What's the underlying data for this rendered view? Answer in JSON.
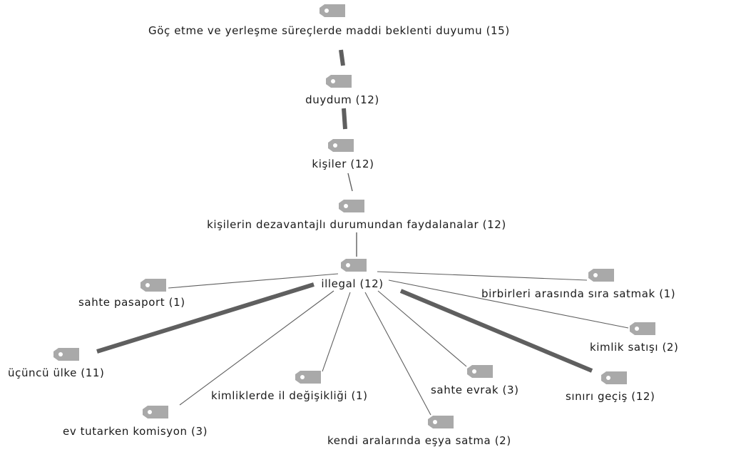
{
  "colors": {
    "edge": "#5f5f5f",
    "tag": "#a9a9a9",
    "text": "#1a1a1a",
    "background": "#ffffff"
  },
  "nodes": {
    "goc_etme": {
      "label": "Göç etme ve yerleşme süreçlerde maddi beklenti duyumu (15)"
    },
    "duydum": {
      "label": "duydum (12)"
    },
    "kisiler": {
      "label": "kişiler (12)"
    },
    "dezavantajli": {
      "label": "kişilerin dezavantajlı durumundan faydalanalar (12)"
    },
    "illegal": {
      "label": "illegal (12)"
    },
    "sahte_pasaport": {
      "label": "sahte pasaport (1)"
    },
    "birbirleri": {
      "label": "birbirleri arasında sıra satmak (1)"
    },
    "ucuncu_ulke": {
      "label": "üçüncü ülke (11)"
    },
    "kimlik_satisi": {
      "label": "kimlik satışı (2)"
    },
    "kimliklerde": {
      "label": "kimliklerde il değişikliği (1)"
    },
    "sahte_evrak": {
      "label": "sahte evrak (3)"
    },
    "siniri_gecis": {
      "label": "sınırı geçiş (12)"
    },
    "ev_tutarken": {
      "label": "ev tutarken komisyon (3)"
    },
    "kendi_aralarinda": {
      "label": "kendi aralarında eşya satma (2)"
    }
  }
}
